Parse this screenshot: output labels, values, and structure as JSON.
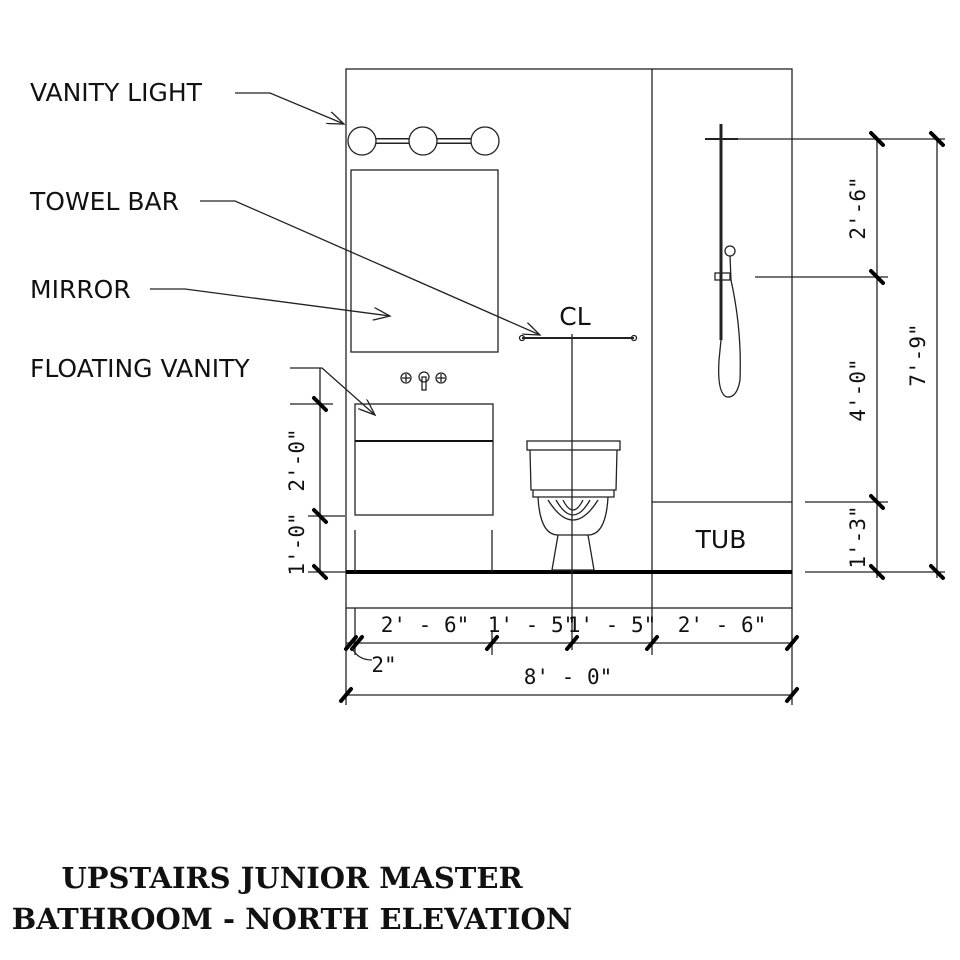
{
  "labels": {
    "vanity_light": "VANITY LIGHT",
    "towel_bar": "TOWEL BAR",
    "mirror": "MIRROR",
    "floating_vanity": "FLOATING VANITY",
    "centerline": "CL",
    "tub": "TUB"
  },
  "dimensions": {
    "horizontal": [
      "2' - 6\"",
      "1' - 5\"",
      "1' - 5\"",
      "2' - 6\""
    ],
    "offset": "2\"",
    "overall_width": "8' - 0\"",
    "vanity_height": "2'-0\"",
    "vanity_clearance": "1'-0\"",
    "shower_head_section": "2'-6\"",
    "shower_mid_section": "4'-0\"",
    "tub_height": "1'-3\"",
    "overall_height": "7'-9\""
  },
  "title": {
    "line1": "UPSTAIRS JUNIOR MASTER",
    "line2": "BATHROOM - NORTH ELEVATION"
  }
}
